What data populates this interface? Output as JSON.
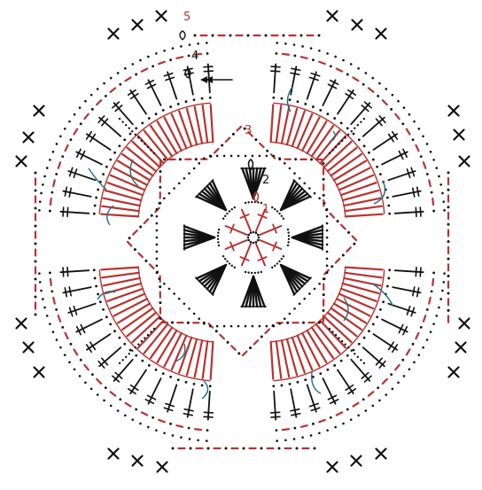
{
  "diagram": {
    "colors": {
      "red": "#b8322f",
      "black": "#111111",
      "arrow": "#1f6f87",
      "background": "#ffffff"
    },
    "round_labels": [
      {
        "key": "r1",
        "text": "1",
        "color": "#b8322f"
      },
      {
        "key": "r2",
        "text": "2",
        "color": "#111111"
      },
      {
        "key": "r3",
        "text": "3",
        "color": "#b8322f"
      },
      {
        "key": "r4",
        "text": "4",
        "color": "#111111"
      },
      {
        "key": "r5",
        "text": "5",
        "color": "#b8322f"
      }
    ],
    "symbols": {
      "chain": "chain-stitch-icon",
      "slip_stitch": "slip-stitch-icon",
      "single_crochet": "single-crochet-icon",
      "double_crochet": "double-crochet-icon",
      "treble_crochet": "treble-crochet-icon",
      "cluster": "cluster-icon",
      "picot": "picot-icon",
      "start_arrow": "start-arrow-icon"
    }
  }
}
